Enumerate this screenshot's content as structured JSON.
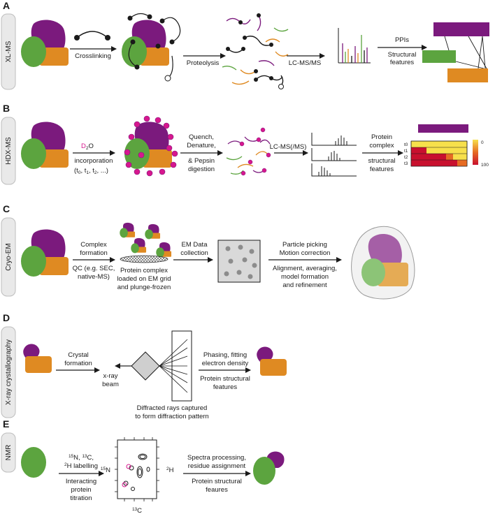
{
  "colors": {
    "purple": "#7b1a7d",
    "green": "#5ca43f",
    "orange": "#df8a22",
    "magenta": "#d6178e",
    "red": "#c8102e",
    "yellow": "#f7e04b",
    "gray": "#a6a6a6"
  },
  "panels": {
    "A": {
      "letter": "A",
      "side": "XL-MS",
      "crosslinking": "Crosslinking",
      "proteolysis": "Proteolysis",
      "lcms": "LC-MS/MS",
      "ppis": "PPIs",
      "structural": "Structural",
      "features": "features"
    },
    "B": {
      "letter": "B",
      "side": "HDX-MS",
      "d": "D",
      "d_sub": "2",
      "o": "O",
      "incorporation": "incorporation",
      "t_open": "(t",
      "t0": "0",
      "t1": "1",
      "t2": "2",
      "t_rest": ", ...)",
      "sep": ", t",
      "quench": "Quench,",
      "denature": "Denature,",
      "pepsin": "& Pepsin",
      "digestion": "digestion",
      "lcms": "LC-MS(/MS)",
      "protein": "Protein",
      "complex": "complex",
      "structural": "structural",
      "features": "features",
      "legend_top": "0",
      "legend_bottom": "100",
      "rows": [
        "t0",
        "t1",
        "t2",
        "t3"
      ]
    },
    "C": {
      "letter": "C",
      "side": "Cryo-EM",
      "complex": "Complex",
      "formation": "formation",
      "qc1": "QC (e.g. SEC,",
      "qc2": "native-MS)",
      "grid1": "Protein complex",
      "grid2": "loaded on EM grid",
      "grid3": "and plunge-frozen",
      "em1": "EM Data",
      "em2": "collection",
      "pick1": "Particle picking",
      "pick2": "Motion correction",
      "align1": "Alignment, averaging,",
      "align2": "model formation",
      "align3": "and refinement"
    },
    "D": {
      "letter": "D",
      "side": "X-ray crystallography",
      "crystal": "Crystal",
      "formation": "formation",
      "xray": "x-ray",
      "beam": "beam",
      "phasing": "Phasing, fitting",
      "density": "electron density",
      "protein": "Protein structural",
      "features": "features",
      "diff1": "Diffracted rays captured",
      "diff2": "to form diffraction pattern"
    },
    "E": {
      "letter": "E",
      "side": "NMR",
      "lab1a": "15",
      "lab1b": "N, ",
      "lab1c": "13",
      "lab1d": "C,",
      "lab2a": "2",
      "lab2b": "H labelling",
      "titr1": "Interacting",
      "titr2": "protein",
      "titr3": "titration",
      "n15a": "15",
      "n15b": "N",
      "h2a": "2",
      "h2b": "H",
      "c13a": "13",
      "c13b": "C",
      "spec1": "Spectra processing,",
      "spec2": "residue assignment",
      "prot1": "Protein structural",
      "prot2": "feaures"
    }
  }
}
